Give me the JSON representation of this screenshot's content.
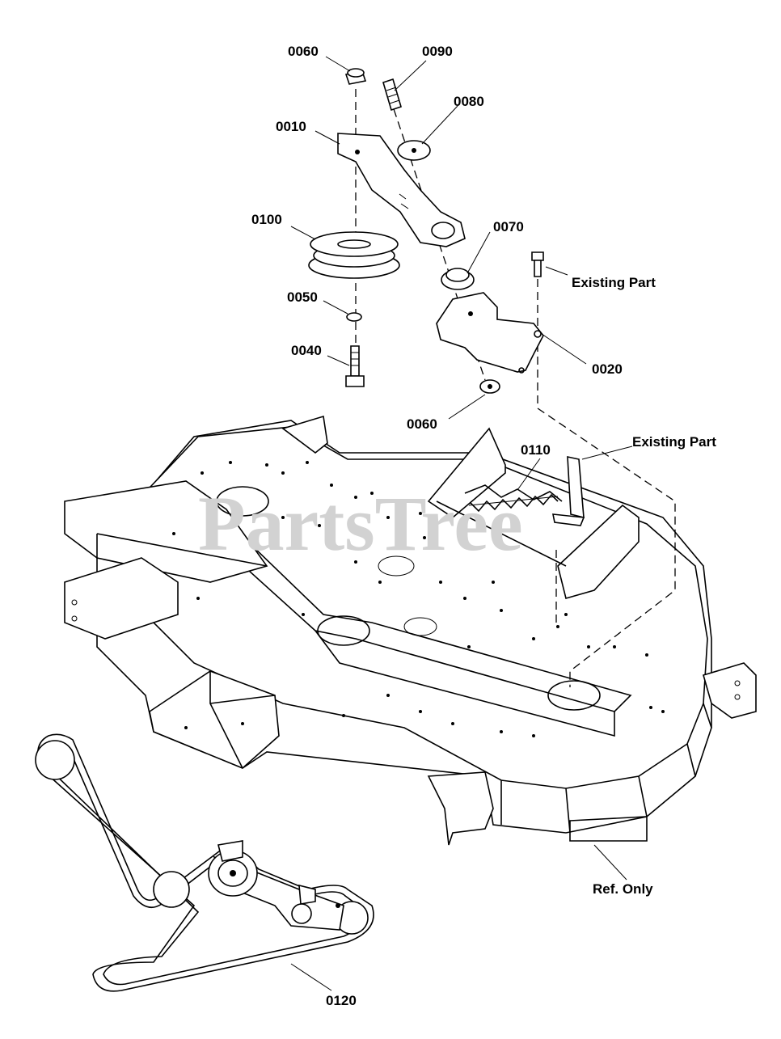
{
  "watermark": "PartsTree",
  "labels": {
    "p0060_top": "0060",
    "p0090": "0090",
    "p0080": "0080",
    "p0010": "0010",
    "p0070": "0070",
    "p0100": "0100",
    "existing_part_bolt": "Existing Part",
    "p0050": "0050",
    "p0020": "0020",
    "p0040": "0040",
    "p0060_bottom": "0060",
    "existing_part_bracket": "Existing Part",
    "p0110": "0110",
    "ref_only": "Ref. Only",
    "p0120": "0120"
  }
}
